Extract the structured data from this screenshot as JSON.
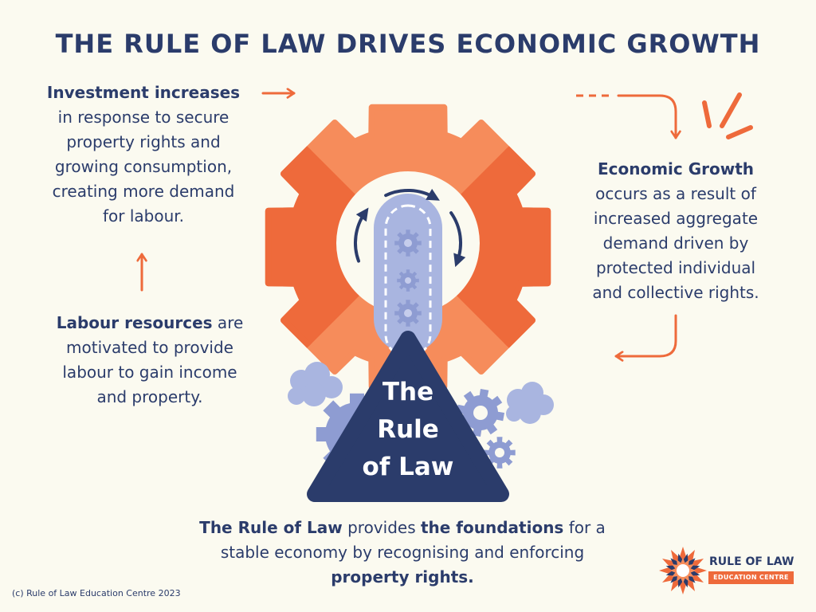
{
  "title": "THE RULE OF LAW DRIVES ECONOMIC GROWTH",
  "investment": {
    "heading": "Investment increases",
    "lines": [
      "in response to secure",
      "property rights and",
      "growing consumption,",
      "creating more demand",
      "for labour."
    ]
  },
  "economic_growth": {
    "heading": "Economic Growth",
    "lines": [
      "occurs as a result of",
      "increased aggregate",
      "demand driven by",
      "protected individual",
      "and collective rights."
    ]
  },
  "labour": {
    "heading": "Labour resources",
    "heading_rest": " are",
    "lines": [
      "motivated to provide",
      "labour to gain income",
      "and property."
    ]
  },
  "centre": {
    "lines": [
      "The",
      "Rule",
      "of Law"
    ]
  },
  "foundation": {
    "line1": [
      "The Rule of Law",
      " provides ",
      "the foundations",
      " for a"
    ],
    "line2": "stable economy by recognising and enforcing",
    "line3": "property rights."
  },
  "copyright": "(c) Rule of Law Education Centre 2023",
  "logo": {
    "name": "RULE OF LAW",
    "tagline": "EDUCATION CENTRE",
    "icon": "starburst-icon"
  },
  "colors": {
    "navy": "#2B3C6B",
    "orange": "#EE6A3B",
    "orange_light": "#F68C5B",
    "periwinkle": "#A9B5E0",
    "periwinkle_dark": "#8E9CD2",
    "background": "#FBFAF0"
  }
}
